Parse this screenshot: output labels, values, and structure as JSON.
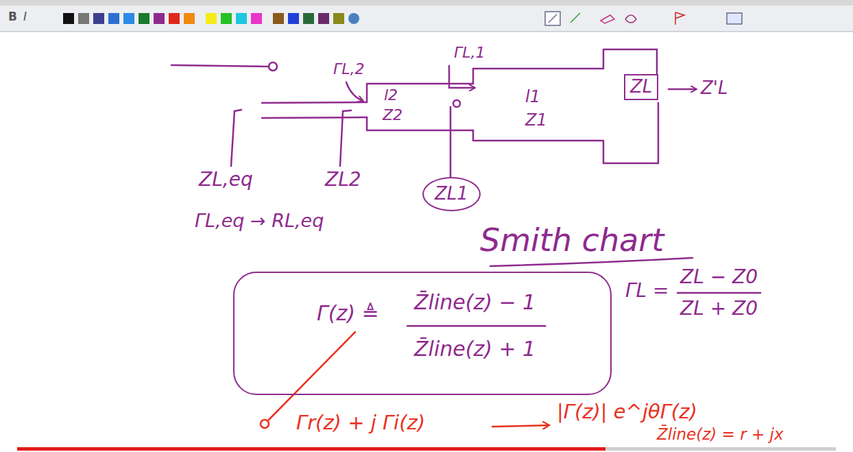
{
  "diagram": {
    "nodes": [
      {
        "text": [
          "ZL"
        ]
      },
      {
        "text": [
          "ZL1"
        ]
      },
      {
        "text": [
          "Γ(z) ≜",
          "Z̄line(z) − 1",
          "Z̄line(z) + 1"
        ]
      }
    ],
    "labels": [
      "B",
      "I",
      "ΓL,2",
      "ΓL,1",
      "l2",
      "Z2",
      "l1",
      "Z1",
      "Z'L",
      "ZL,eq",
      "ZL2",
      "ΓL,eq → RL,eq",
      "Smith chart",
      "ΓL =",
      "ZL − Z0",
      "ZL + Z0",
      "Γr(z) + j Γi(z)",
      "|Γ(z)| e^jθΓ(z)",
      "Z̄line(z) = r + jx"
    ]
  }
}
